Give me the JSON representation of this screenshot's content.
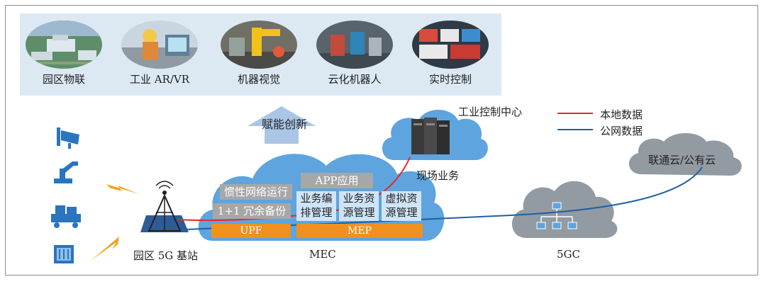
{
  "applications": [
    {
      "label": "园区物联"
    },
    {
      "label": "工业 AR/VR"
    },
    {
      "label": "机器视觉"
    },
    {
      "label": "云化机器人"
    },
    {
      "label": "实时控制"
    }
  ],
  "arrow_label": "赋能创新",
  "control_center_label": "工业控制中心",
  "onsite_label": "现场业务",
  "legend": {
    "local": {
      "label": "本地数据",
      "color": "#e8262a"
    },
    "public": {
      "label": "公网数据",
      "color": "#1e5fa8"
    }
  },
  "public_cloud_label": "联通云/公有云",
  "mec": {
    "label": "MEC",
    "app_label": "APP应用",
    "inertial_label": "惯性网络运行",
    "redundancy_label": "1+1 冗余备份",
    "orchestration_label": "业务编排管理",
    "resource_label": "业务资源管理",
    "virtual_label": "虚拟资源管理",
    "upf_label": "UPF",
    "mep_label": "MEP"
  },
  "core_label": "5GC",
  "base_station_label": "园区 5G 基站",
  "devices": [
    {
      "icon": "camera-icon"
    },
    {
      "icon": "robot-arm-icon"
    },
    {
      "icon": "agv-icon"
    },
    {
      "icon": "controller-icon"
    }
  ]
}
